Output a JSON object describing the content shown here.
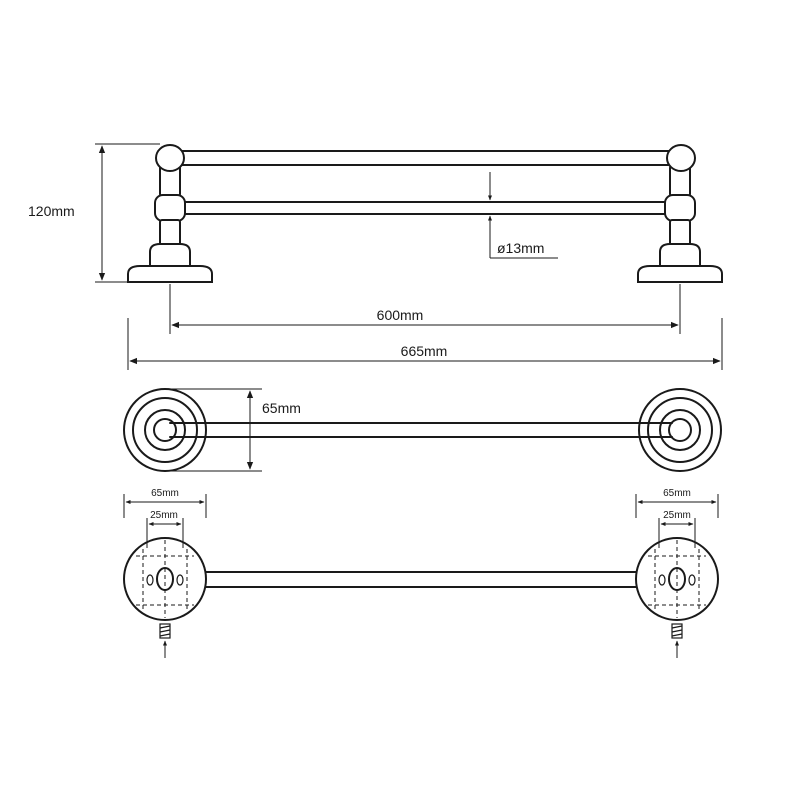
{
  "dimensions": {
    "height": "120mm",
    "tube_diameter": "ø13mm",
    "inner_span": "600mm",
    "overall_length": "665mm",
    "rosette_diameter_top": "65mm",
    "left_rosette_diameter": "65mm",
    "left_hole_spacing": "25mm",
    "right_rosette_diameter": "65mm",
    "right_hole_spacing": "25mm"
  }
}
